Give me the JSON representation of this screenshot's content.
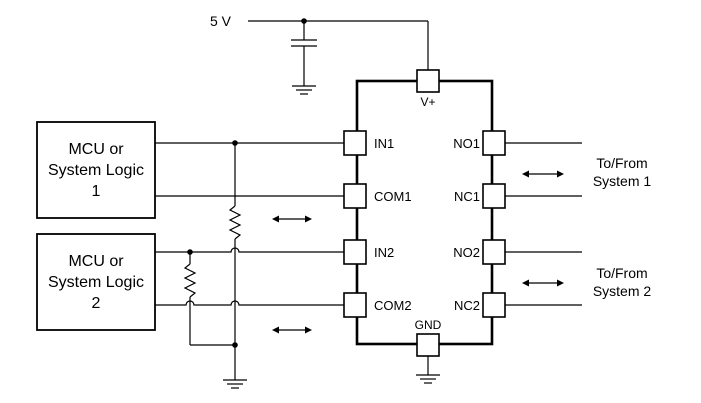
{
  "supply": {
    "label": "5 V"
  },
  "ic": {
    "vplus": "V+",
    "gnd": "GND",
    "left_pins": [
      "IN1",
      "COM1",
      "IN2",
      "COM2"
    ],
    "right_pins": [
      "NO1",
      "NC1",
      "NO2",
      "NC2"
    ]
  },
  "mcu1": {
    "line1": "MCU or",
    "line2": "System Logic",
    "line3": "1"
  },
  "mcu2": {
    "line1": "MCU or",
    "line2": "System Logic",
    "line3": "2"
  },
  "system1": {
    "line1": "To/From",
    "line2": "System 1"
  },
  "system2": {
    "line1": "To/From",
    "line2": "System 2"
  },
  "icons": {
    "bidirectional": "double-arrow-icon",
    "ground": "ground-icon",
    "capacitor": "capacitor-icon",
    "resistor": "resistor-icon"
  }
}
